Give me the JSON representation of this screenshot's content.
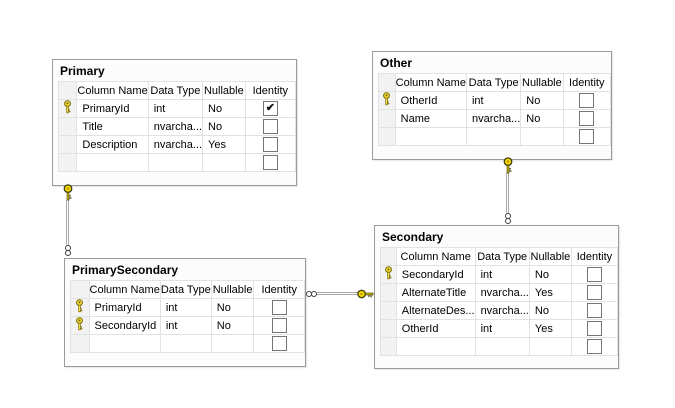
{
  "tables": [
    {
      "title": "Primary",
      "headers": [
        "Column Name",
        "Data Type",
        "Nullable",
        "Identity"
      ],
      "rows": [
        {
          "key": true,
          "name": "PrimaryId",
          "type": "int",
          "nullable": "No",
          "identity": "✔"
        },
        {
          "key": false,
          "name": "Title",
          "type": "nvarcha...",
          "nullable": "No",
          "identity": ""
        },
        {
          "key": false,
          "name": "Description",
          "type": "nvarcha...",
          "nullable": "Yes",
          "identity": ""
        },
        {
          "key": false,
          "name": "",
          "type": "",
          "nullable": "",
          "identity": ""
        }
      ]
    },
    {
      "title": "Other",
      "headers": [
        "Column Name",
        "Data Type",
        "Nullable",
        "Identity"
      ],
      "rows": [
        {
          "key": true,
          "name": "OtherId",
          "type": "int",
          "nullable": "No",
          "identity": ""
        },
        {
          "key": false,
          "name": "Name",
          "type": "nvarcha...",
          "nullable": "No",
          "identity": ""
        },
        {
          "key": false,
          "name": "",
          "type": "",
          "nullable": "",
          "identity": ""
        }
      ]
    },
    {
      "title": "PrimarySecondary",
      "headers": [
        "Column Name",
        "Data Type",
        "Nullable",
        "Identity"
      ],
      "rows": [
        {
          "key": true,
          "name": "PrimaryId",
          "type": "int",
          "nullable": "No",
          "identity": ""
        },
        {
          "key": true,
          "name": "SecondaryId",
          "type": "int",
          "nullable": "No",
          "identity": ""
        },
        {
          "key": false,
          "name": "",
          "type": "",
          "nullable": "",
          "identity": ""
        }
      ]
    },
    {
      "title": "Secondary",
      "headers": [
        "Column Name",
        "Data Type",
        "Nullable",
        "Identity"
      ],
      "rows": [
        {
          "key": true,
          "name": "SecondaryId",
          "type": "int",
          "nullable": "No",
          "identity": ""
        },
        {
          "key": false,
          "name": "AlternateTitle",
          "type": "nvarcha...",
          "nullable": "Yes",
          "identity": ""
        },
        {
          "key": false,
          "name": "AlternateDes...",
          "type": "nvarcha...",
          "nullable": "No",
          "identity": ""
        },
        {
          "key": false,
          "name": "OtherId",
          "type": "int",
          "nullable": "Yes",
          "identity": ""
        },
        {
          "key": false,
          "name": "",
          "type": "",
          "nullable": "",
          "identity": ""
        }
      ]
    }
  ],
  "relationships": [
    {
      "key_end_table": "Primary",
      "many_end_table": "PrimarySecondary",
      "orientation": "vertical"
    },
    {
      "key_end_table": "Other",
      "many_end_table": "Secondary",
      "orientation": "vertical"
    },
    {
      "key_end_table": "Secondary",
      "many_end_table": "PrimarySecondary",
      "orientation": "horizontal"
    }
  ],
  "colors": {
    "key_gold": "#ffdf00",
    "connector_gray": "#a9a9a9",
    "grid_line": "#e2e2e2",
    "window_border": "#9a9a9a",
    "selector_bg": "#f2f2f2"
  }
}
